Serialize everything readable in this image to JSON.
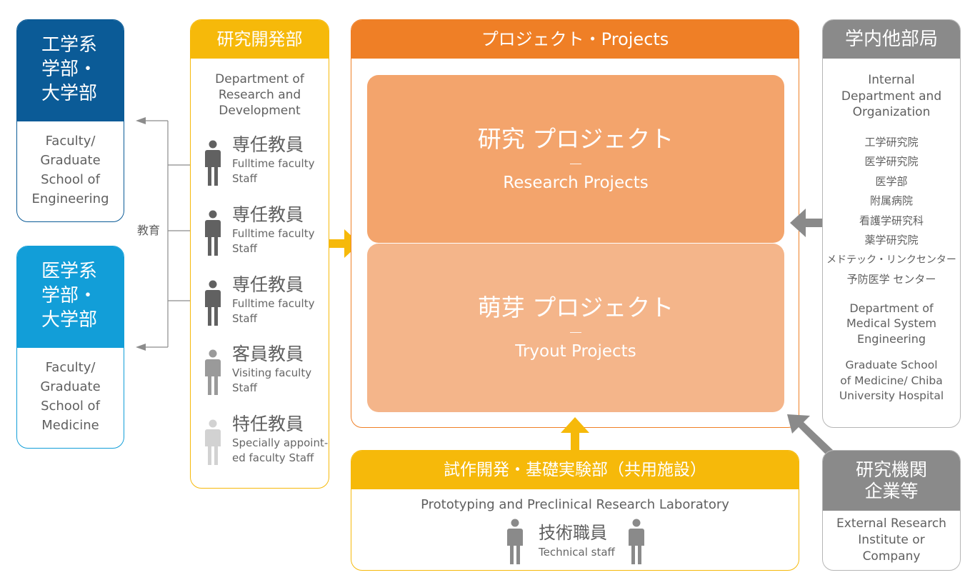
{
  "colors": {
    "dark_blue": "#0b5b97",
    "light_blue": "#129ed8",
    "yellow": "#f6b90a",
    "orange": "#ef7f26",
    "project_top": "#f3a46c",
    "project_bottom": "#f4b58a",
    "gray": "#8a8a8a",
    "figure_dark": "#616161",
    "figure_mid": "#9a9a9a",
    "figure_light": "#d2d2d2"
  },
  "engineering": {
    "title_lines": [
      "工学系",
      "学部・",
      "大学部"
    ],
    "english_lines": [
      "Faculty/",
      "Graduate",
      "School of",
      "Engineering"
    ]
  },
  "medicine": {
    "title_lines": [
      "医学系",
      "学部・",
      "大学部"
    ],
    "english_lines": [
      "Faculty/",
      "Graduate",
      "School of",
      "Medicine"
    ]
  },
  "education_label": "教育",
  "rnd": {
    "title": "研究開発部",
    "subtitle_lines": [
      "Department of",
      "Research and",
      "Development"
    ],
    "staff": [
      {
        "jp": "専任教員",
        "en": "Fulltime faculty\nStaff",
        "icon": "person-icon"
      },
      {
        "jp": "専任教員",
        "en": "Fulltime faculty\nStaff",
        "icon": "person-icon"
      },
      {
        "jp": "専任教員",
        "en": "Fulltime faculty\nStaff",
        "icon": "person-icon"
      },
      {
        "jp": "客員教員",
        "en": "Visiting faculty\nStaff",
        "icon": "person-icon"
      },
      {
        "jp": "特任教員",
        "en": "Specially appoint-\ned faculty Staff",
        "icon": "person-icon"
      }
    ]
  },
  "projects": {
    "title": "プロジェクト・Projects",
    "research": {
      "jp": "研究 プロジェクト",
      "en": "Research Projects"
    },
    "tryout": {
      "jp": "萌芽 プロジェクト",
      "en": "Tryout Projects"
    }
  },
  "lab": {
    "title": "試作開発・基礎実験部（共用施設）",
    "english": "Prototyping and Preclinical Research Laboratory",
    "staff_jp": "技術職員",
    "staff_en": "Technical staff"
  },
  "internal": {
    "title": "学内他部局",
    "english_lines": [
      "Internal",
      "Department and",
      "Organization"
    ],
    "units": [
      "工学研究院",
      "医学研究院",
      "医学部",
      "附属病院",
      "看護学研究科",
      "薬学研究院",
      "メドテック・リンクセンター",
      "予防医学 センター"
    ],
    "medsys_lines": [
      "Department of",
      "Medical System",
      "Engineering"
    ],
    "grad_lines": [
      "Graduate School",
      "of Medicine/ Chiba",
      "University Hospital"
    ]
  },
  "external": {
    "title_lines": [
      "研究機関",
      "企業等"
    ],
    "english_lines": [
      "External Research",
      "Institute or",
      "Company"
    ]
  }
}
